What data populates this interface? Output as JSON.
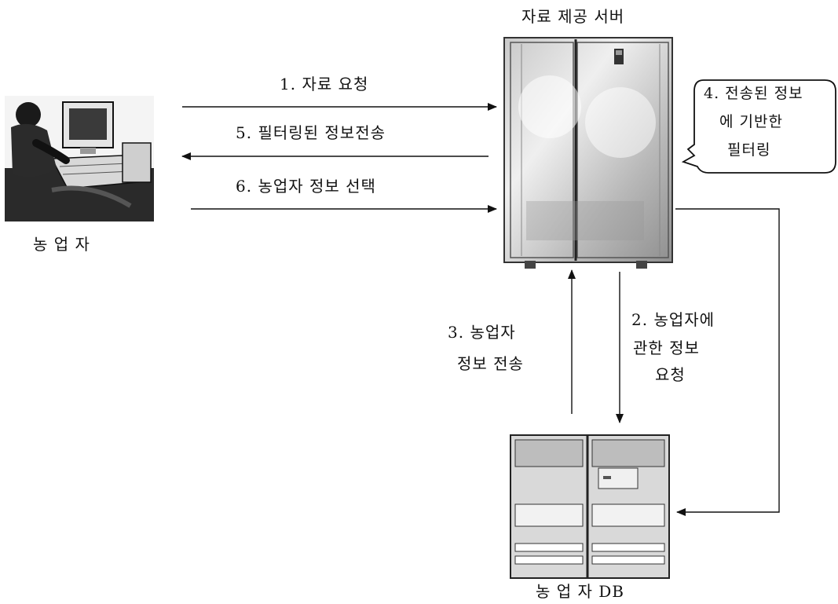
{
  "server": {
    "title": "자료 제공 서버"
  },
  "farmer": {
    "label": "농 업 자"
  },
  "db": {
    "label": "농 업 자 DB"
  },
  "arrows": {
    "step1": "1. 자료 요청",
    "step5": "5. 필터링된 정보전송",
    "step6": "6. 농업자 정보 선택",
    "step3_line1": "3. 농업자",
    "step3_line2": "정보 전송",
    "step2_line1": "2. 농업자에",
    "step2_line2": "관한 정보",
    "step2_line3": "요청"
  },
  "bubble": {
    "line1": "4. 전송된 정보",
    "line2": "에 기반한",
    "line3": "필터링"
  }
}
